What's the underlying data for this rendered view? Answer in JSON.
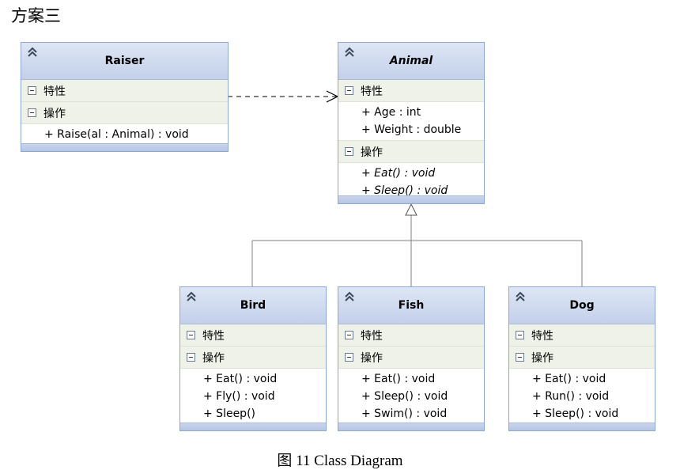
{
  "heading": "方案三",
  "caption": "图 11 Class Diagram",
  "section_labels": {
    "attributes": "特性",
    "operations": "操作"
  },
  "classes": {
    "raiser": {
      "name": "Raiser",
      "attributes": [],
      "operations": [
        "+ Raise(al : Animal) : void"
      ]
    },
    "animal": {
      "name": "Animal",
      "attributes": [
        "+ Age : int",
        "+ Weight : double"
      ],
      "operations": [
        "+ Eat() : void",
        "+ Sleep() : void"
      ]
    },
    "bird": {
      "name": "Bird",
      "attributes": [],
      "operations": [
        "+ Eat() : void",
        "+ Fly() : void",
        "+ Sleep()"
      ]
    },
    "fish": {
      "name": "Fish",
      "attributes": [],
      "operations": [
        "+ Eat() : void",
        "+ Sleep() : void",
        "+ Swim() : void"
      ]
    },
    "dog": {
      "name": "Dog",
      "attributes": [],
      "operations": [
        "+ Eat() : void",
        "+ Run() : void",
        "+ Sleep() : void"
      ]
    }
  },
  "relations": [
    {
      "type": "dependency",
      "from": "Raiser",
      "to": "Animal"
    },
    {
      "type": "generalization",
      "from": "Bird",
      "to": "Animal"
    },
    {
      "type": "generalization",
      "from": "Fish",
      "to": "Animal"
    },
    {
      "type": "generalization",
      "from": "Dog",
      "to": "Animal"
    }
  ],
  "colors": {
    "header": "#c3d0ea",
    "section": "#eef2e9",
    "border": "#8ea7cf",
    "line": "#808080"
  }
}
